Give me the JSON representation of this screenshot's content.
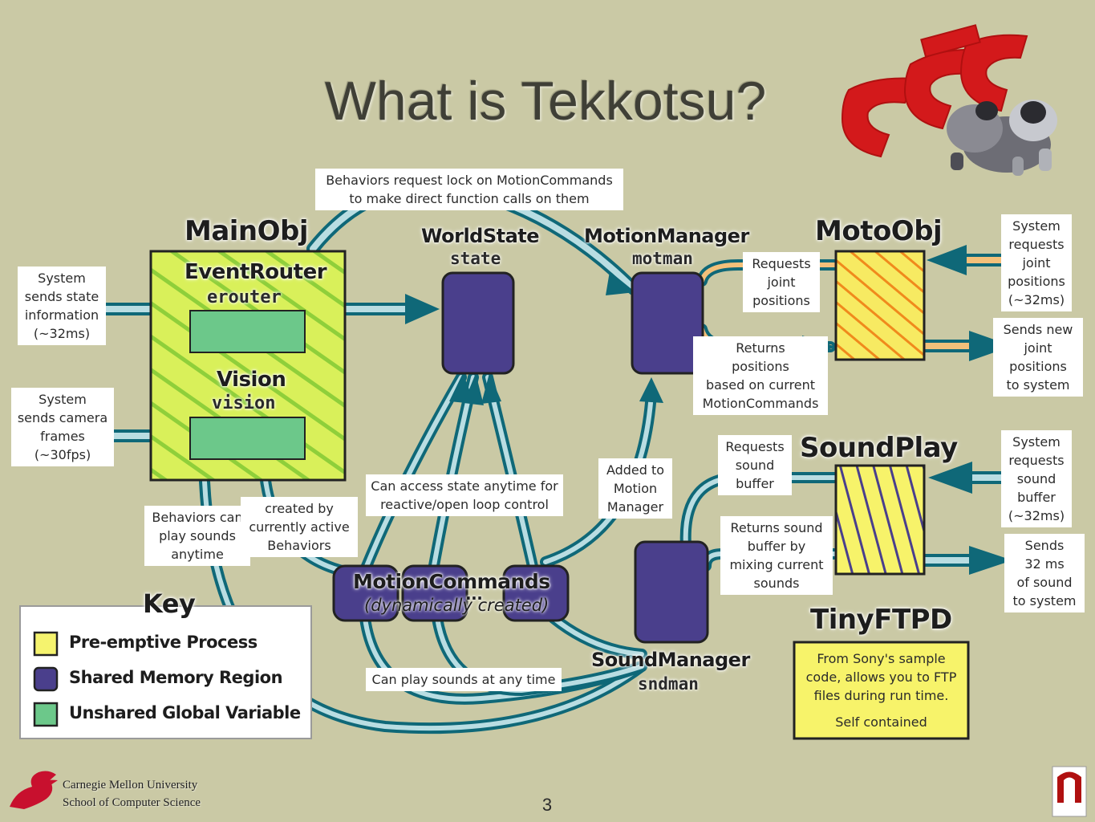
{
  "slide": {
    "title": "What is Tekkotsu?",
    "page_number": "3",
    "footer": {
      "line1": "Carnegie Mellon University",
      "line2": "School of Computer Science"
    }
  },
  "diagram": {
    "nodes": {
      "mainobj": "MainObj",
      "eventrouter": "EventRouter",
      "erouter": "erouter",
      "vision": "Vision",
      "vision_var": "vision",
      "worldstate": "WorldState",
      "state": "state",
      "motionmanager": "MotionManager",
      "motman": "motman",
      "motoobj": "MotoObj",
      "soundplay": "SoundPlay",
      "soundmanager": "SoundManager",
      "sndman": "sndman",
      "motioncommands": "MotionCommands",
      "dynamically_created": "(dynamically created)",
      "ellipsis": "...",
      "tinyftpd": "TinyFTPD",
      "tinyftpd_desc": "From Sony's sample\ncode, allows you to FTP\nfiles during run time.",
      "tinyftpd_self": "Self contained"
    },
    "notes": {
      "behaviors_lock": "Behaviors request lock on MotionCommands\nto make direct function calls on them",
      "system_state": "System\nsends state\ninformation\n(~32ms)",
      "system_camera": "System\nsends camera\nframes\n(~30fps)",
      "requests_joint": "Requests\njoint\npositions",
      "returns_positions": "Returns\npositions\nbased on current\nMotionCommands",
      "system_joint": "System\nrequests\njoint\npositions\n(~32ms)",
      "sends_joint": "Sends new\njoint\npositions\nto system",
      "access_state": "Can access state anytime for\nreactive/open loop control",
      "added_motion": "Added to\nMotion\nManager",
      "behaviors_sounds": "Behaviors can\nplay sounds\nanytime",
      "created_by": "created by\ncurrently active\nBehaviors",
      "requests_sound": "Requests\nsound\nbuffer",
      "returns_sound": "Returns sound\nbuffer by\nmixing current\nsounds",
      "system_sound": "System\nrequests\nsound\nbuffer\n(~32ms)",
      "sends_32": "Sends\n32 ms\nof sound\nto system",
      "play_sounds": "Can play sounds at any time"
    },
    "key": {
      "title": "Key",
      "items": [
        {
          "label": "Pre-emptive Process",
          "color": "#f5f36e"
        },
        {
          "label": "Shared Memory Region",
          "color": "#4a3f8c"
        },
        {
          "label": "Unshared Global Variable",
          "color": "#6cc88a"
        }
      ]
    },
    "colors": {
      "process": "#d9f05a",
      "process_stripe": "#8fcf3a",
      "moto_fill": "#f7ea62",
      "moto_stripe": "#f08a1c",
      "shared": "#4a3f8c",
      "unshared": "#6cc88a",
      "arrow": "#0f6878",
      "pipe_fill": "#b9dde2"
    }
  }
}
